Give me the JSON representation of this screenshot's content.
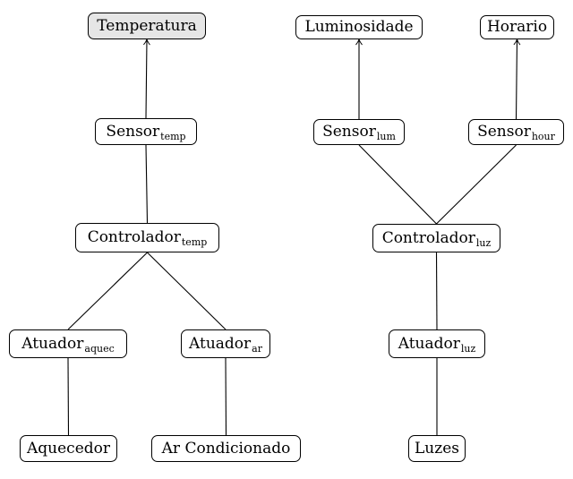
{
  "nodes": {
    "temperatura": {
      "label": "Temperatura"
    },
    "luminosidade": {
      "label": "Luminosidade"
    },
    "horario": {
      "label": "Horario"
    },
    "sensor_temp": {
      "label": "Sensor",
      "sub": "temp"
    },
    "sensor_lum": {
      "label": "Sensor",
      "sub": "lum"
    },
    "sensor_hour": {
      "label": "Sensor",
      "sub": "hour"
    },
    "controlador_temp": {
      "label": "Controlador",
      "sub": "temp"
    },
    "controlador_luz": {
      "label": "Controlador",
      "sub": "luz"
    },
    "atuador_aquec": {
      "label": "Atuador",
      "sub": "aquec"
    },
    "atuador_ar": {
      "label": "Atuador",
      "sub": "ar"
    },
    "atuador_luz": {
      "label": "Atuador",
      "sub": "luz"
    },
    "aquecedor": {
      "label": "Aquecedor"
    },
    "ar_condicionado": {
      "label": "Ar Condicionado"
    },
    "luzes": {
      "label": "Luzes"
    }
  },
  "edges": [
    {
      "from": "sensor_temp",
      "to": "temperatura",
      "arrow": true
    },
    {
      "from": "sensor_lum",
      "to": "luminosidade",
      "arrow": true
    },
    {
      "from": "sensor_hour",
      "to": "horario",
      "arrow": true
    },
    {
      "from": "sensor_temp",
      "to": "controlador_temp",
      "arrow": false
    },
    {
      "from": "controlador_temp",
      "to": "atuador_aquec",
      "arrow": false
    },
    {
      "from": "controlador_temp",
      "to": "atuador_ar",
      "arrow": false
    },
    {
      "from": "atuador_aquec",
      "to": "aquecedor",
      "arrow": false
    },
    {
      "from": "atuador_ar",
      "to": "ar_condicionado",
      "arrow": false
    },
    {
      "from": "sensor_lum",
      "to": "controlador_luz",
      "arrow": false
    },
    {
      "from": "sensor_hour",
      "to": "controlador_luz",
      "arrow": false
    },
    {
      "from": "controlador_luz",
      "to": "atuador_luz",
      "arrow": false
    },
    {
      "from": "atuador_luz",
      "to": "luzes",
      "arrow": false
    }
  ]
}
